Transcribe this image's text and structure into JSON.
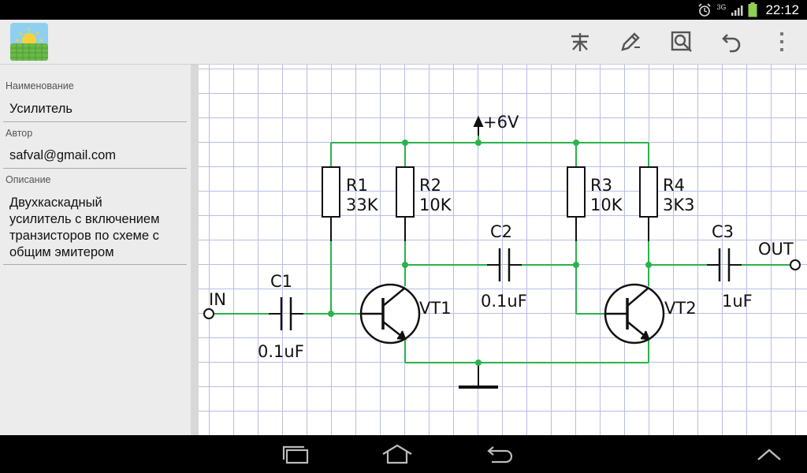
{
  "status": {
    "network": "3G",
    "time": "22:12"
  },
  "toolbar": {
    "buttons": [
      "components-icon",
      "edit-pen-icon",
      "zoom-fit-icon",
      "undo-icon",
      "overflow-menu-icon"
    ]
  },
  "sidebar": {
    "name_label": "Наименование",
    "name_value": "Усилитель",
    "author_label": "Автор",
    "author_value": "safval@gmail.com",
    "description_label": "Описание",
    "description_lines": [
      "Двухкаскадный",
      "усилитель с включением",
      "транзисторов по схеме с",
      "общим эмитером"
    ]
  },
  "schematic": {
    "supply": "+6V",
    "input": "IN",
    "output": "OUT",
    "components": [
      {
        "ref": "R1",
        "value": "33K"
      },
      {
        "ref": "R2",
        "value": "10K"
      },
      {
        "ref": "R3",
        "value": "10K"
      },
      {
        "ref": "R4",
        "value": "3K3"
      },
      {
        "ref": "C1",
        "value": "0.1uF"
      },
      {
        "ref": "C2",
        "value": "0.1uF"
      },
      {
        "ref": "C3",
        "value": "1uF"
      },
      {
        "ref": "VT1",
        "value": ""
      },
      {
        "ref": "VT2",
        "value": ""
      }
    ]
  },
  "colors": {
    "wire": "#2bb24c",
    "grid": "#b9bde6",
    "symbol": "#111111",
    "node": "#2bb24c"
  },
  "navbar": {
    "buttons": [
      "recent-apps-icon",
      "home-icon",
      "back-icon",
      "collapse-up-icon"
    ]
  }
}
